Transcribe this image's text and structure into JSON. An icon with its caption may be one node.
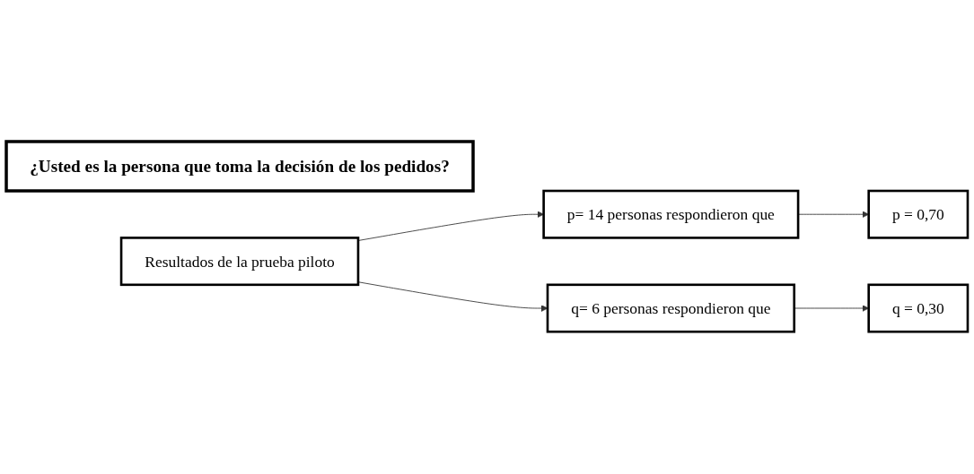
{
  "diagram": {
    "nodes": [
      {
        "text": [
          "¿Usted es la persona que toma la decisión de los pedidos?"
        ]
      },
      {
        "text": [
          "Resultados de la prueba piloto"
        ]
      },
      {
        "text": [
          "p= 14 personas respondieron que"
        ]
      },
      {
        "text": [
          "p = 0,70"
        ]
      },
      {
        "text": [
          "q= 6 personas respondieron que"
        ]
      },
      {
        "text": [
          "q = 0,30"
        ]
      }
    ],
    "edges": [
      {
        "from": 1,
        "to": 2,
        "arrow": "to"
      },
      {
        "from": 2,
        "to": 3,
        "arrow": "to"
      },
      {
        "from": 1,
        "to": 4,
        "arrow": "to"
      },
      {
        "from": 4,
        "to": 5,
        "arrow": "to"
      }
    ]
  }
}
